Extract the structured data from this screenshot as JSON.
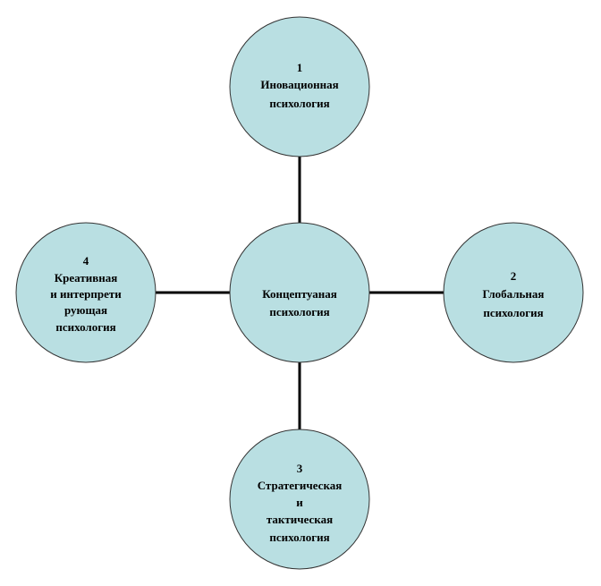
{
  "diagram": {
    "center": {
      "lines": [
        "Концептуаная",
        "психология"
      ]
    },
    "nodes": [
      {
        "number": "1",
        "lines": [
          "Иновационная",
          "психология"
        ]
      },
      {
        "number": "2",
        "lines": [
          "Глобальная",
          "психология"
        ]
      },
      {
        "number": "3",
        "lines": [
          "Стратегическая",
          "и",
          "тактическая",
          "психология"
        ]
      },
      {
        "number": "4",
        "lines": [
          "Креативная",
          "и интерпрети",
          "рующая",
          "психология"
        ]
      }
    ],
    "colors": {
      "fill": "#b9dfe2",
      "stroke": "#333333",
      "connector": "#000000"
    }
  }
}
